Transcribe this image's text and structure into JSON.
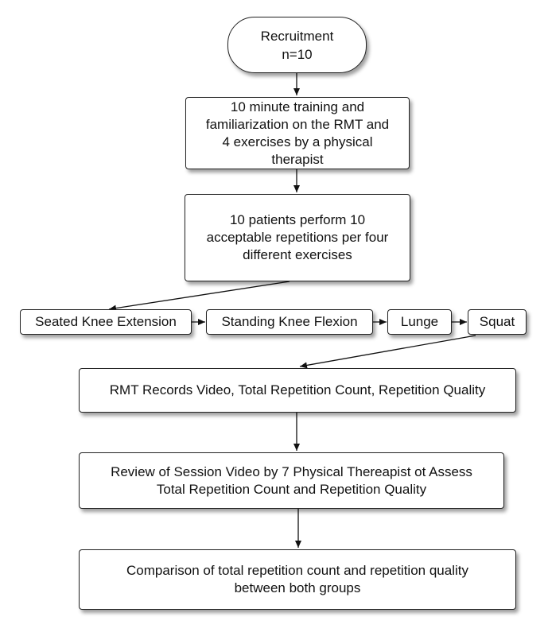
{
  "nodes": {
    "recruitment": {
      "lines": [
        "Recruitment",
        "n=10"
      ]
    },
    "training": {
      "lines": [
        "10 minute training and",
        "familiarization on the RMT and",
        "4 exercises by a physical",
        "therapist"
      ]
    },
    "perform": {
      "lines": [
        "10 patients perform 10",
        "acceptable repetitions per four",
        "different exercises"
      ]
    },
    "exercises": [
      "Seated Knee Extension",
      "Standing Knee Flexion",
      "Lunge",
      "Squat"
    ],
    "rmt_records": {
      "lines": [
        "RMT Records Video, Total Repetition Count, Repetition Quality"
      ]
    },
    "review": {
      "lines": [
        "Review of Session Video by 7 Physical Thereapist ot Assess",
        "Total Repetition Count and Repetition Quality"
      ]
    },
    "comparison": {
      "lines": [
        "Comparison of total repetition count and repetition quality",
        "between both groups"
      ]
    }
  },
  "colors": {
    "border": "#222222",
    "arrow": "#111111",
    "fill": "#ffffff"
  }
}
